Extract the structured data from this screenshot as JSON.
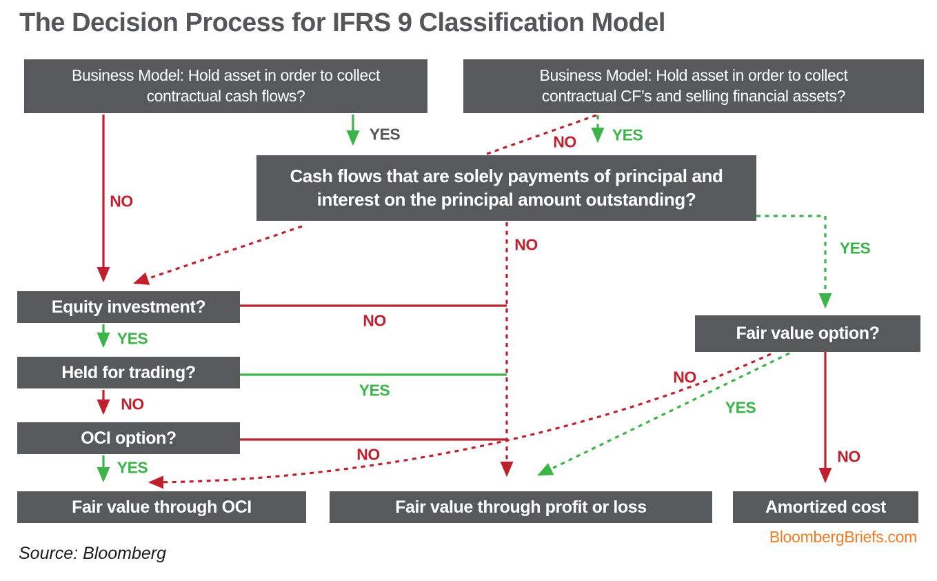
{
  "title": "The Decision Process for IFRS 9 Classification Model",
  "nodes": {
    "business_model_1": "Business Model: Hold asset in order to collect\ncontractual cash flows?",
    "business_model_2": "Business Model: Hold asset in order to collect\ncontractual CF’s and selling financial assets?",
    "sppi": "Cash flows that are solely payments of principal and\ninterest on the principal amount outstanding?",
    "equity_investment": "Equity investment?",
    "held_for_trading": "Held for trading?",
    "oci_option": "OCI option?",
    "fair_value_option": "Fair value option?",
    "fvoci": "Fair value through OCI",
    "fvtpl": "Fair value through profit or loss",
    "amortized_cost": "Amortized cost"
  },
  "labels": {
    "bm1_no": "NO",
    "bm1_yes": "YES",
    "bm2_no": "NO",
    "bm2_yes": "YES",
    "sppi_no": "NO",
    "sppi_yes": "YES",
    "equity_no": "NO",
    "equity_yes": "YES",
    "held_yes": "YES",
    "held_no": "NO",
    "oci_no": "NO",
    "oci_yes": "YES",
    "fvo_no_dashed": "NO",
    "fvo_yes_dashed": "YES",
    "fvo_no_solid": "NO"
  },
  "footer": {
    "source": "Source: Bloomberg",
    "site": "BloombergBriefs.com"
  },
  "colors": {
    "box_gray": "#58595b",
    "title_gray": "#55565a",
    "yes_green": "#3cb44a",
    "no_red": "#c01f2e",
    "orange": "#f47b20"
  }
}
